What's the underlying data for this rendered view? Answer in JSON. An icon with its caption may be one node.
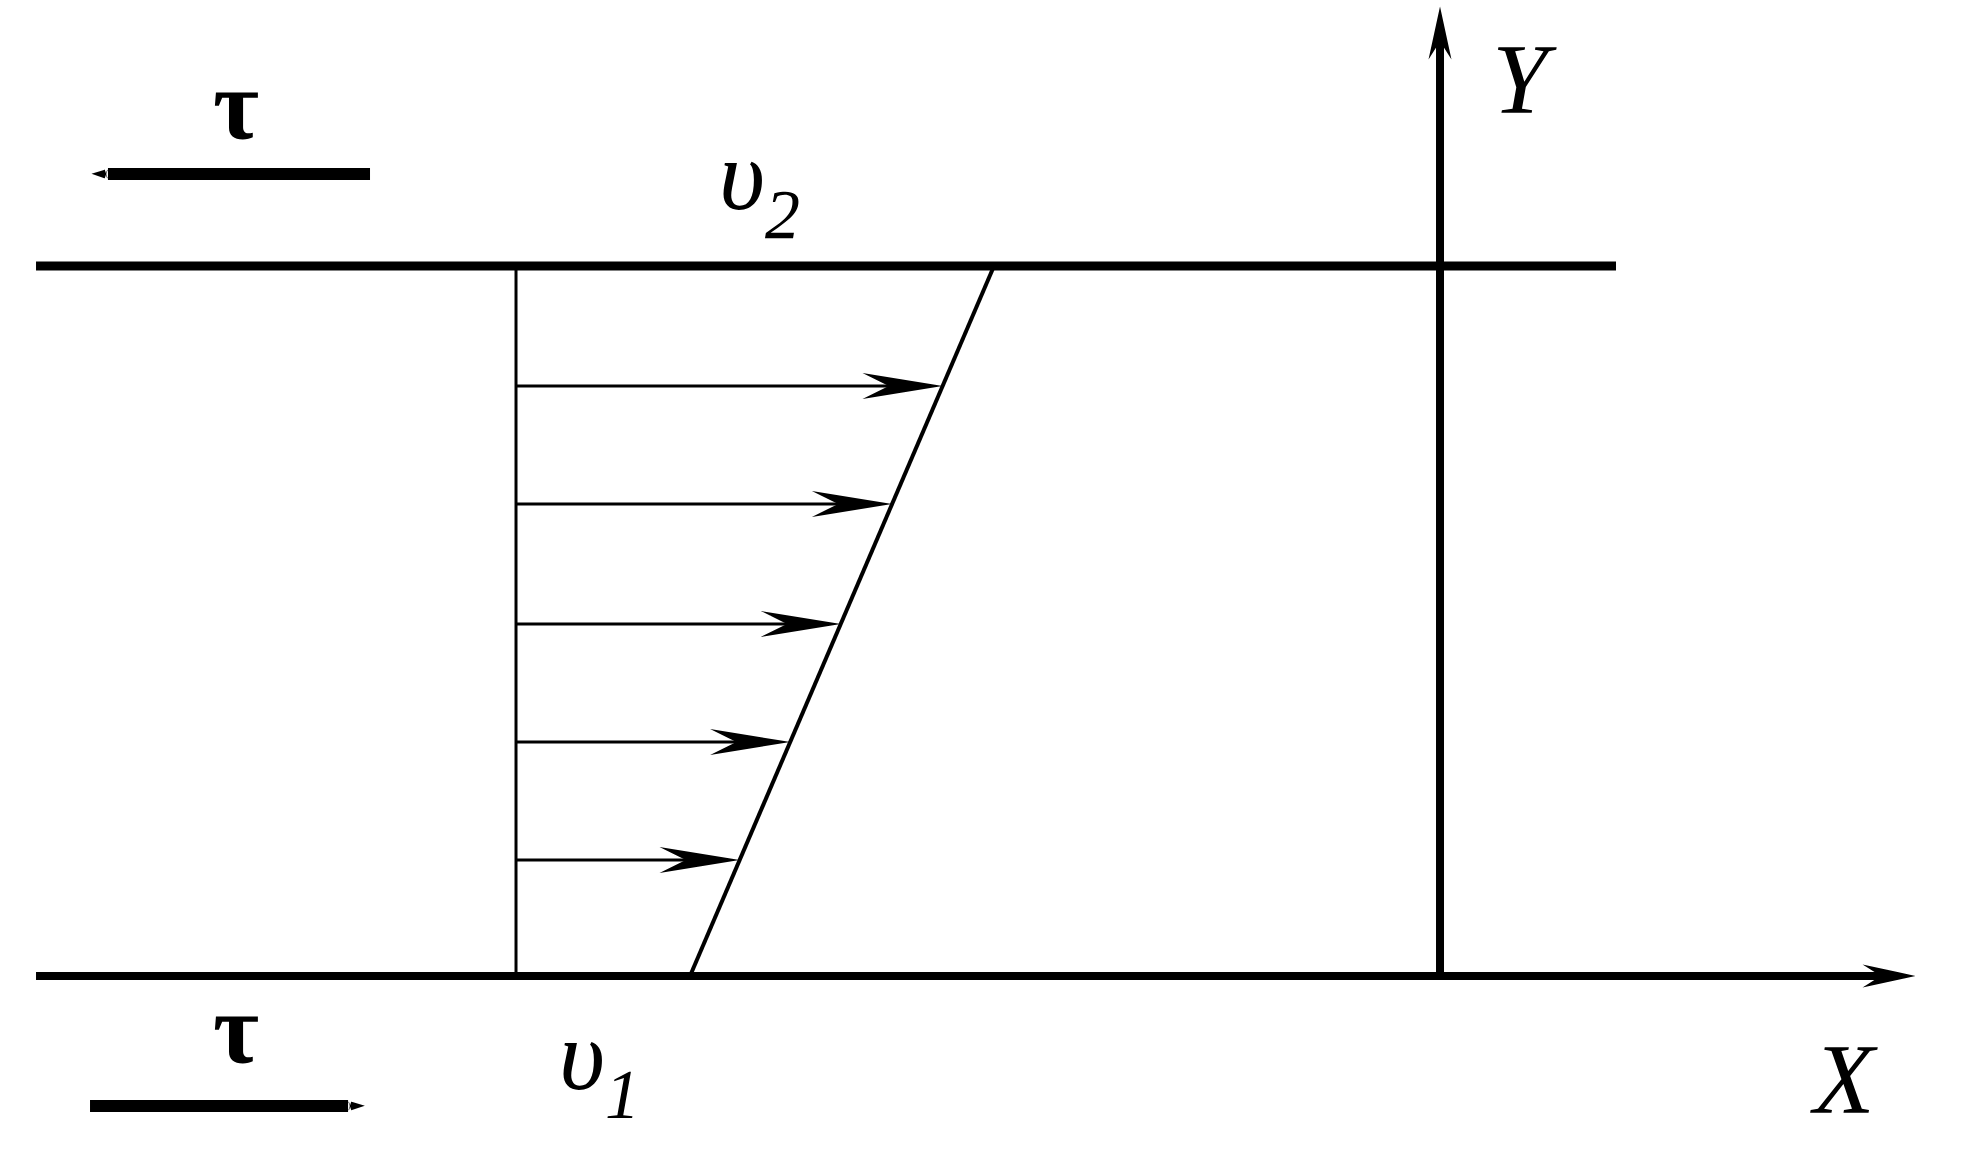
{
  "diagram": {
    "labels": [
      "Y",
      "τ",
      "υ$_{2}$",
      "τ",
      "υ$_{1}$",
      "X"
    ]
  }
}
